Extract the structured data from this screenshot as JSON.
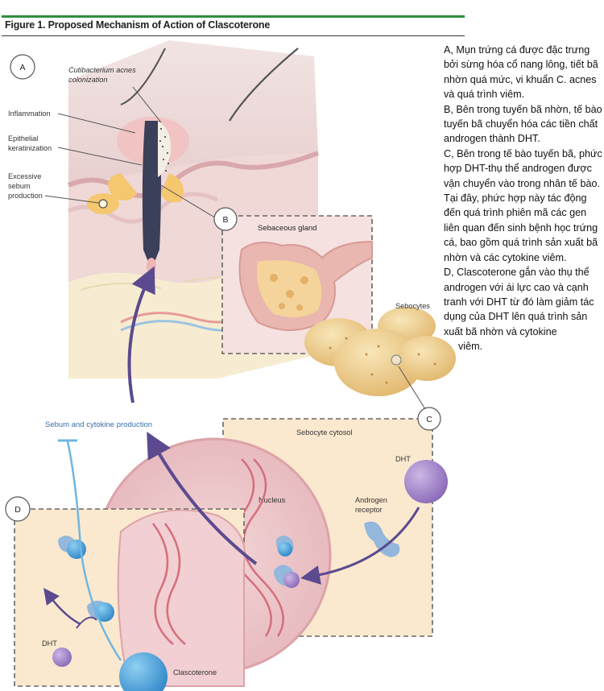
{
  "figure": {
    "title": "Figure 1. Proposed Mechanism of Action of Clascoterone"
  },
  "panels": {
    "a": {
      "letter": "A",
      "cutibacterium": [
        "Cutibacterium acnes",
        "colonization"
      ],
      "inflammation": "Inflammation",
      "epithelial": [
        "Epithelial",
        "keratinization"
      ],
      "sebum": [
        "Excessive",
        "sebum",
        "production"
      ]
    },
    "b": {
      "letter": "B",
      "sebaceous_gland": "Sebaceous gland",
      "sebocytes": "Sebocytes"
    },
    "c": {
      "letter": "C",
      "sebocyte_cytosol": "Sebocyte cytosol",
      "dht": "DHT",
      "nucleus": "Nucleus",
      "androgen_receptor": [
        "Androgen",
        "receptor"
      ]
    },
    "d": {
      "letter": "D",
      "sebum_cytokine": "Sebum and cytokine production",
      "dht": "DHT",
      "clascoterone": "Clascoterone"
    }
  },
  "caption": [
    "A, Mụn trứng cá được đặc trưng bởi sừng hóa cổ nang lông, tiết bã nhờn quá mức, vi khuẩn C. acnes và quá trình viêm.",
    "B, Bên trong tuyến bã nhờn, tế bào tuyến bã chuyển hóa các tiền chất androgen thành DHT.",
    "C,  Bên trong tế bào tuyến bã, phức hợp DHT-thụ thể androgen được vận chuyển vào trong nhân tế bào. Tại đây, phức hợp này tác động đến quá trình phiên mã các gen liên quan đến sinh bệnh học trứng cá, bao gồm quá trình sản xuất bã nhờn và các cytokine viêm.",
    "D, Clascoterone gắn vào thụ thể androgen với ái lực cao và cạnh tranh với DHT từ đó làm giảm tác dụng của DHT lên quá trình sản xuất bã nhờn và cytokine",
    "viêm."
  ]
}
